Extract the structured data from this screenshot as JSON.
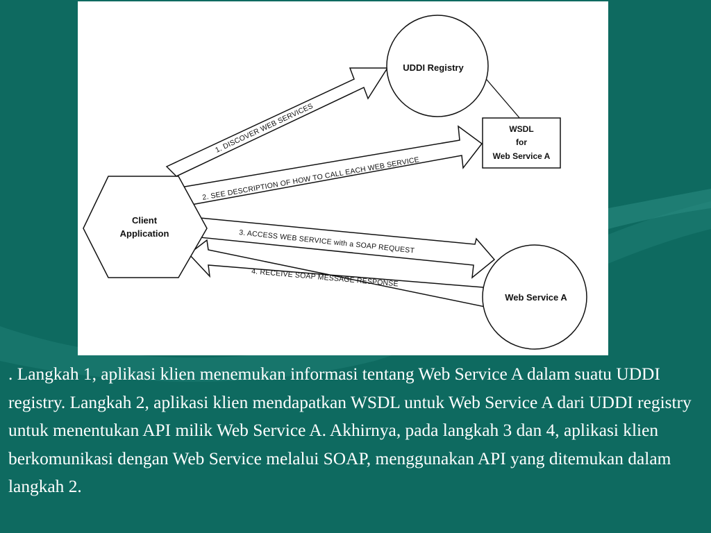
{
  "slide": {
    "background_color": "#0e6a60",
    "caption": ". Langkah 1, aplikasi klien menemukan informasi tentang Web Service A dalam suatu UDDI registry. Langkah 2, aplikasi klien mendapatkan WSDL untuk Web Service A dari UDDI registry untuk menentukan API milik Web Service A. Akhirnya, pada langkah 3 dan 4, aplikasi klien berkomunikasi dengan Web Service melalui SOAP, menggunakan API yang ditemukan dalam langkah 2."
  },
  "diagram": {
    "nodes": {
      "client": {
        "line1": "Client",
        "line2": "Application"
      },
      "uddi": {
        "label": "UDDI Registry"
      },
      "wsdl": {
        "line1": "WSDL",
        "line2": "for",
        "line3": "Web Service A"
      },
      "service": {
        "label": "Web Service A"
      }
    },
    "arrows": {
      "step1": "1. DISCOVER WEB SERVICES",
      "step2": "2. SEE DESCRIPTION OF HOW TO CALL EACH WEB SERVICE",
      "step3": "3. ACCESS WEB SERVICE with a SOAP REQUEST",
      "step4": "4. RECEIVE SOAP MESSAGE RESPONSE"
    }
  }
}
